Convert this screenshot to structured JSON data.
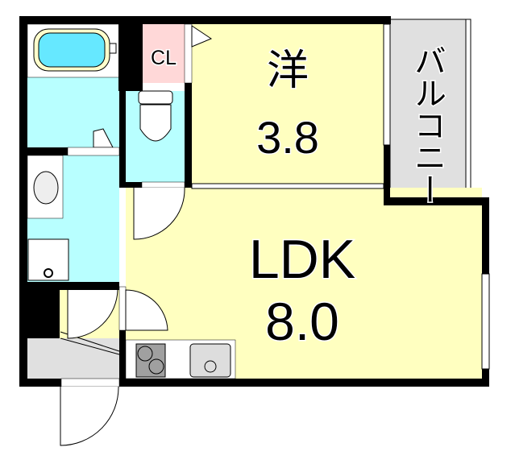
{
  "rooms": {
    "western": {
      "label": "洋",
      "size": "3.8"
    },
    "ldk": {
      "label": "LDK",
      "size": "8.0"
    },
    "closet": {
      "label": "CL"
    },
    "balcony": {
      "label": "バルコニー"
    }
  },
  "colors": {
    "living": "#ffffc0",
    "wet_area": "#b8ffff",
    "closet": "#ffd8d8",
    "balcony": "#e0e0e0",
    "wall": "#000000"
  }
}
